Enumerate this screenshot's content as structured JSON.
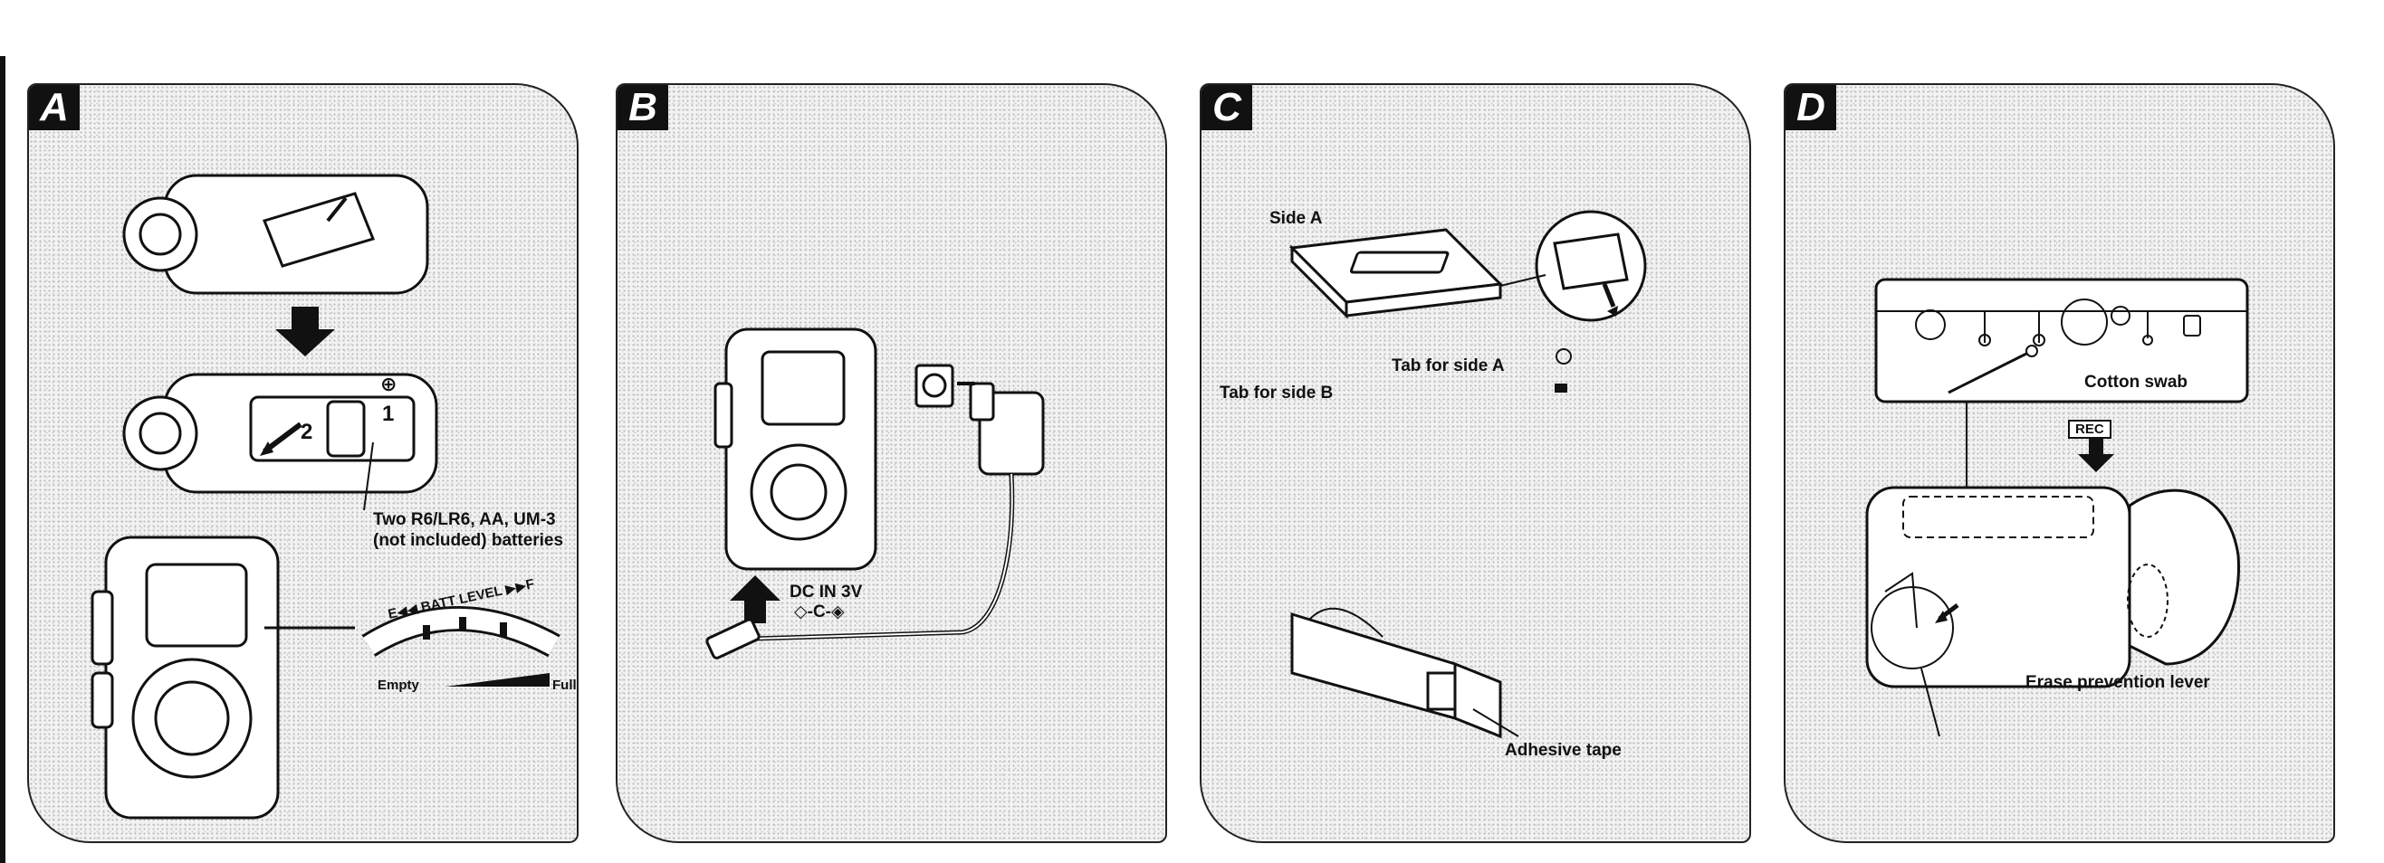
{
  "panels": [
    {
      "letter": "A",
      "labels": {
        "battery_line1": "Two R6/LR6, AA, UM-3",
        "battery_line2": "(not included) batteries",
        "batt_level": "E◀◀ BATT LEVEL ▶▶F",
        "empty": "Empty",
        "full": "Full",
        "step1": "1",
        "step2": "2",
        "plus": "⊕"
      }
    },
    {
      "letter": "B",
      "labels": {
        "dc_in": "DC IN 3V",
        "polarity": "◇-C-◈"
      }
    },
    {
      "letter": "C",
      "labels": {
        "side_a": "Side A",
        "tab_side_a": "Tab for side A",
        "tab_side_b": "Tab for side B",
        "adhesive_tape": "Adhesive tape"
      }
    },
    {
      "letter": "D",
      "labels": {
        "cotton_swab": "Cotton swab",
        "rec": "REC",
        "erase_lever": "Erase prevention lever"
      }
    }
  ],
  "icons": {
    "down_arrow": "down-arrow-icon",
    "up_arrow": "up-arrow-icon",
    "plug": "ac-adapter-icon",
    "cassette": "cassette-icon"
  },
  "colors": {
    "ink": "#111111",
    "panel_bg": "#f2f2f2"
  }
}
